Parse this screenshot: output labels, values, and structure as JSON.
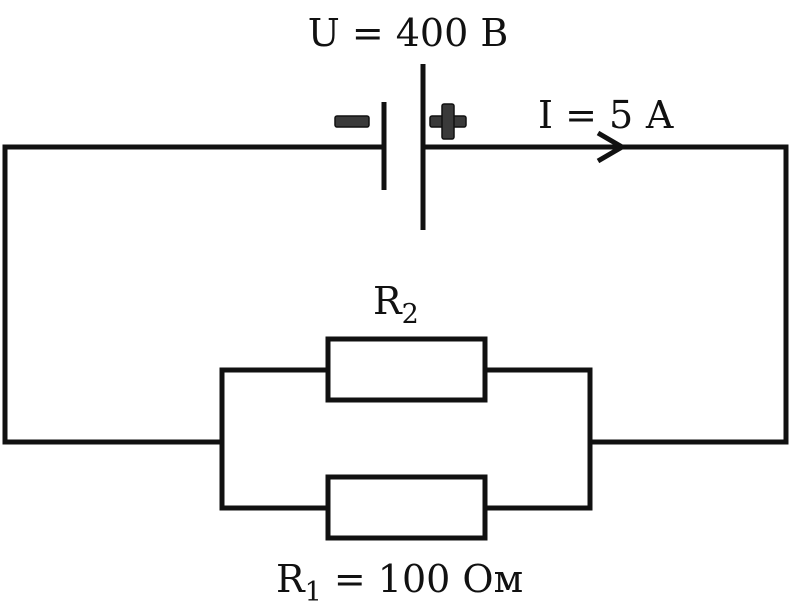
{
  "labels": {
    "voltage": "U = 400 В",
    "current": "I = 5 А",
    "r2_letter": "R",
    "r2_sub": "2",
    "r1_letter": "R",
    "r1_sub": "1",
    "r1_value": " = 100 Ом"
  },
  "battery": {
    "negative_sign": "minus-sign-icon",
    "positive_sign": "plus-sign-icon"
  },
  "colors": {
    "wire": "#111111",
    "background": "#ffffff"
  }
}
